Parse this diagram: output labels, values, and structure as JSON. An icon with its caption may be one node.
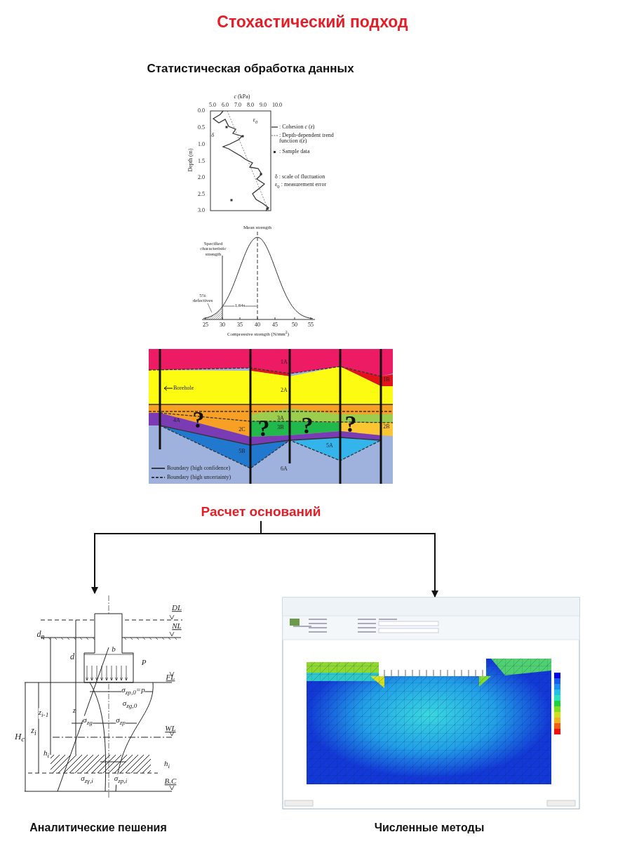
{
  "diagram": {
    "title": "Стохастический подход",
    "nodes": [
      {
        "text": [
          "Расчет оснований"
        ]
      },
      {
        "text": [],
        "shape": "picture",
        "beside": [
          "Аналитические пешения"
        ]
      },
      {
        "text": [],
        "shape": "picture",
        "beside": [
          "Численные методы"
        ]
      }
    ],
    "edges": [
      {
        "from": 0,
        "to": 1,
        "arrow": "to"
      },
      {
        "from": 0,
        "to": 2,
        "arrow": "to"
      }
    ],
    "labels": [
      "Статистическая обработка данных",
      "*c* (kPa)",
      "5.0",
      "6.0",
      "7.0",
      "8.0",
      "9.0",
      "10.0",
      "0.0",
      "0.5",
      "1.0",
      "1.5",
      "2.0",
      "2.5",
      "3.0",
      "Depth (m)",
      "ε$_{0}$",
      "δ",
      ": Cohesion *c* (*z*)",
      ": Depth-dependent trend function *t*(*z*)",
      ": Sample data",
      "δ : scale of fluctuation",
      "ε$_{0}$ : measurement error",
      "Mean strength",
      "Specified characteristic strength",
      "5% defectives",
      "1.64s",
      "25",
      "30",
      "35",
      "40",
      "45",
      "50",
      "55",
      "Compressive strength (N/mm$^{2}$)",
      "1A",
      "1B",
      "Borehole",
      "2A",
      "?",
      "?",
      "4A",
      "3A",
      "?",
      "?",
      "2C",
      "3B",
      "2B",
      "5A",
      "5B",
      "6A",
      "Boundary (high confidence)",
      "Boundary (high uncertainty)",
      "DL",
      "NL",
      "d$_{n}$",
      "d",
      "b",
      "P",
      "FL",
      "σ$_{zp,0}$=p",
      "σ$_{zg,0}$",
      "z",
      "z$_{i-1}$",
      "z$_{i}$",
      "H$_{c}$",
      "σ$_{zg}$",
      "σ$_{zp}$",
      "WL",
      "h$_{i}$",
      "h$_{i}$",
      "σ$_{zγ,i}$",
      "σ$_{zp,i}$",
      "B.C"
    ]
  }
}
